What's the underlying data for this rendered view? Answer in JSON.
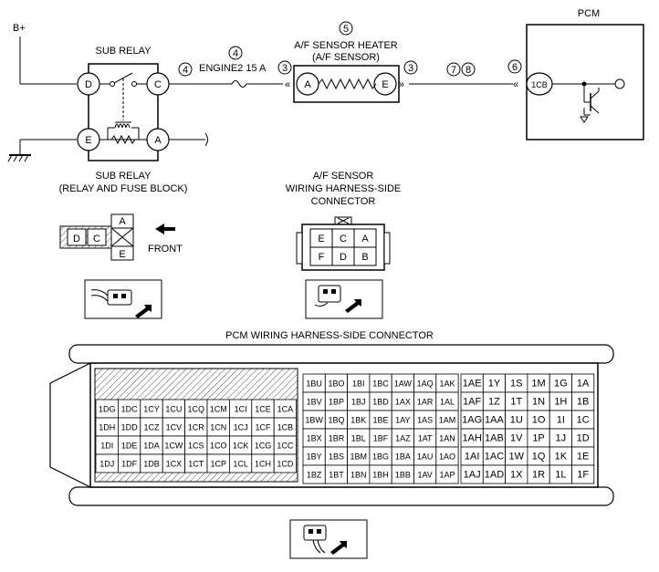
{
  "supply_label": "B+",
  "pcm": {
    "title": "PCM",
    "pin": "1CB"
  },
  "sub_relay": {
    "title": "SUB RELAY",
    "terminals": {
      "d": "D",
      "c": "C",
      "e": "E",
      "a": "A"
    },
    "caption_line1": "SUB RELAY",
    "caption_line2": "(RELAY AND FUSE BLOCK)",
    "connector": {
      "d": "D",
      "c": "C",
      "a": "A",
      "e": "E"
    },
    "front_label": "FRONT"
  },
  "fuse_label": "ENGINE2 15 A",
  "heater": {
    "title_line1": "A/F SENSOR HEATER",
    "title_line2": "(A/F SENSOR)",
    "pin_a": "A",
    "pin_e": "E"
  },
  "circled": {
    "c4_left": "4",
    "c4_top": "4",
    "c5": "5",
    "c3_left": "3",
    "c3_right": "3",
    "c7": "7",
    "c8": "8",
    "c6": "6"
  },
  "af_connector": {
    "title_line1": "A/F SENSOR",
    "title_line2": "WIRING HARNESS-SIDE",
    "title_line3": "CONNECTOR",
    "row1": [
      "E",
      "C",
      "A"
    ],
    "row2": [
      "F",
      "D",
      "B"
    ]
  },
  "pcm_connector": {
    "title": "PCM WIRING HARNESS-SIDE CONNECTOR",
    "left_rows": [
      [
        "1DG",
        "1DC",
        "1CY",
        "1CU",
        "1CQ",
        "1CM",
        "1CI",
        "1CE",
        "1CA"
      ],
      [
        "1DH",
        "1DD",
        "1CZ",
        "1CV",
        "1CR",
        "1CN",
        "1CJ",
        "1CF",
        "1CB"
      ],
      [
        "1DI",
        "1DE",
        "1DA",
        "1CW",
        "1CS",
        "1CO",
        "1CK",
        "1CG",
        "1CC"
      ],
      [
        "1DJ",
        "1DF",
        "1DB",
        "1CX",
        "1CT",
        "1CP",
        "1CL",
        "1CH",
        "1CD"
      ]
    ],
    "mid_rows": [
      [
        "1BU",
        "1BO",
        "1BI",
        "1BC",
        "1AW",
        "1AQ",
        "1AK"
      ],
      [
        "1BV",
        "1BP",
        "1BJ",
        "1BD",
        "1AX",
        "1AR",
        "1AL"
      ],
      [
        "1BW",
        "1BQ",
        "1BK",
        "1BE",
        "1AY",
        "1AS",
        "1AM"
      ],
      [
        "1BX",
        "1BR",
        "1BL",
        "1BF",
        "1AZ",
        "1AT",
        "1AN"
      ],
      [
        "1BY",
        "1BS",
        "1BM",
        "1BG",
        "1BA",
        "1AU",
        "1AO"
      ],
      [
        "1BZ",
        "1BT",
        "1BN",
        "1BH",
        "1BB",
        "1AV",
        "1AP"
      ]
    ],
    "right_rows": [
      [
        "1AE",
        "1Y",
        "1S",
        "1M",
        "1G",
        "1A"
      ],
      [
        "1AF",
        "1Z",
        "1T",
        "1N",
        "1H",
        "1B"
      ],
      [
        "1AG",
        "1AA",
        "1U",
        "1O",
        "1I",
        "1C"
      ],
      [
        "1AH",
        "1AB",
        "1V",
        "1P",
        "1J",
        "1D"
      ],
      [
        "1AI",
        "1AC",
        "1W",
        "1Q",
        "1K",
        "1E"
      ],
      [
        "1AJ",
        "1AD",
        "1X",
        "1R",
        "1L",
        "1F"
      ]
    ]
  }
}
